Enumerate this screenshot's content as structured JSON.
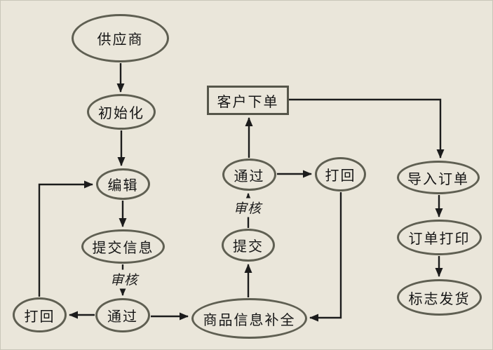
{
  "diagram": {
    "type": "flowchart",
    "background_color": "#EAE6DA",
    "node_stroke_color": "#5F5F52",
    "arrow_color": "#1C1C1C",
    "nodes": [
      {
        "id": "supplier",
        "label": "供应商",
        "shape": "ellipse"
      },
      {
        "id": "initialize",
        "label": "初始化",
        "shape": "ellipse"
      },
      {
        "id": "edit",
        "label": "编辑",
        "shape": "ellipse"
      },
      {
        "id": "submit-info",
        "label": "提交信息",
        "shape": "ellipse"
      },
      {
        "id": "pass-left",
        "label": "通过",
        "shape": "ellipse"
      },
      {
        "id": "reject-left",
        "label": "打回",
        "shape": "ellipse"
      },
      {
        "id": "product-info-complete",
        "label": "商品信息补全",
        "shape": "ellipse"
      },
      {
        "id": "submit",
        "label": "提交",
        "shape": "ellipse"
      },
      {
        "id": "pass-middle",
        "label": "通过",
        "shape": "ellipse"
      },
      {
        "id": "reject-middle",
        "label": "打回",
        "shape": "ellipse"
      },
      {
        "id": "customer-order",
        "label": "客户下单",
        "shape": "rectangle"
      },
      {
        "id": "import-order",
        "label": "导入订单",
        "shape": "ellipse"
      },
      {
        "id": "order-print",
        "label": "订单打印",
        "shape": "ellipse"
      },
      {
        "id": "mark-shipment",
        "label": "标志发货",
        "shape": "ellipse"
      }
    ],
    "edges": [
      {
        "from": "supplier",
        "to": "initialize",
        "label": ""
      },
      {
        "from": "initialize",
        "to": "edit",
        "label": ""
      },
      {
        "from": "edit",
        "to": "submit-info",
        "label": ""
      },
      {
        "from": "submit-info",
        "to": "pass-left",
        "label": "审核"
      },
      {
        "from": "pass-left",
        "to": "reject-left",
        "label": ""
      },
      {
        "from": "reject-left",
        "to": "edit",
        "label": ""
      },
      {
        "from": "pass-left",
        "to": "product-info-complete",
        "label": ""
      },
      {
        "from": "product-info-complete",
        "to": "submit",
        "label": ""
      },
      {
        "from": "submit",
        "to": "pass-middle",
        "label": "审核"
      },
      {
        "from": "pass-middle",
        "to": "customer-order",
        "label": ""
      },
      {
        "from": "pass-middle",
        "to": "reject-middle",
        "label": ""
      },
      {
        "from": "reject-middle",
        "to": "product-info-complete",
        "label": ""
      },
      {
        "from": "customer-order",
        "to": "import-order",
        "label": ""
      },
      {
        "from": "import-order",
        "to": "order-print",
        "label": ""
      },
      {
        "from": "order-print",
        "to": "mark-shipment",
        "label": ""
      }
    ]
  }
}
